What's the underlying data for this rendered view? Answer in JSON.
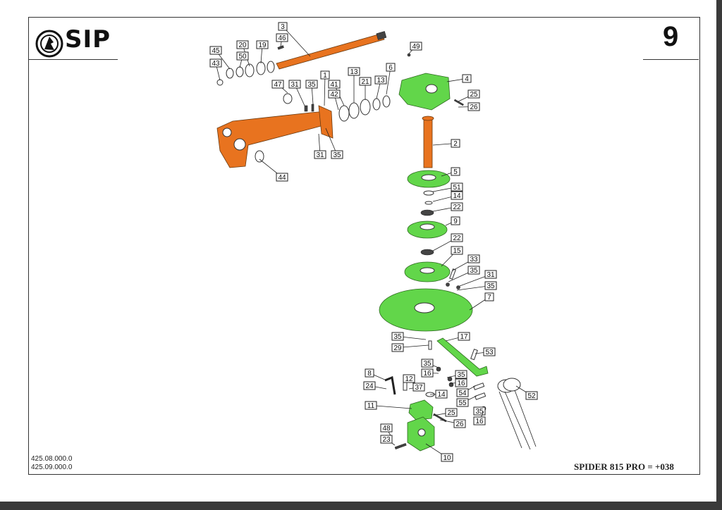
{
  "header": {
    "brand": "SIP",
    "page_number": "9"
  },
  "footer": {
    "codes": [
      "425.08.000.0",
      "425.09.000.0"
    ],
    "model": "SPIDER 815 PRO = +038"
  },
  "colors": {
    "highlight_orange": "#e8731f",
    "highlight_green": "#62d64a"
  },
  "callouts": [
    "3",
    "46",
    "20",
    "19",
    "45",
    "50",
    "43",
    "1",
    "47",
    "31",
    "35",
    "41",
    "13",
    "21",
    "13",
    "42",
    "6",
    "49",
    "4",
    "25",
    "26",
    "31",
    "35",
    "44",
    "2",
    "5",
    "51",
    "14",
    "22",
    "9",
    "22",
    "15",
    "33",
    "35",
    "31",
    "35",
    "7",
    "35",
    "17",
    "29",
    "53",
    "35",
    "16",
    "35",
    "16",
    "8",
    "12",
    "24",
    "37",
    "14",
    "54",
    "55",
    "11",
    "25",
    "26",
    "35",
    "16",
    "52",
    "48",
    "23",
    "10"
  ]
}
